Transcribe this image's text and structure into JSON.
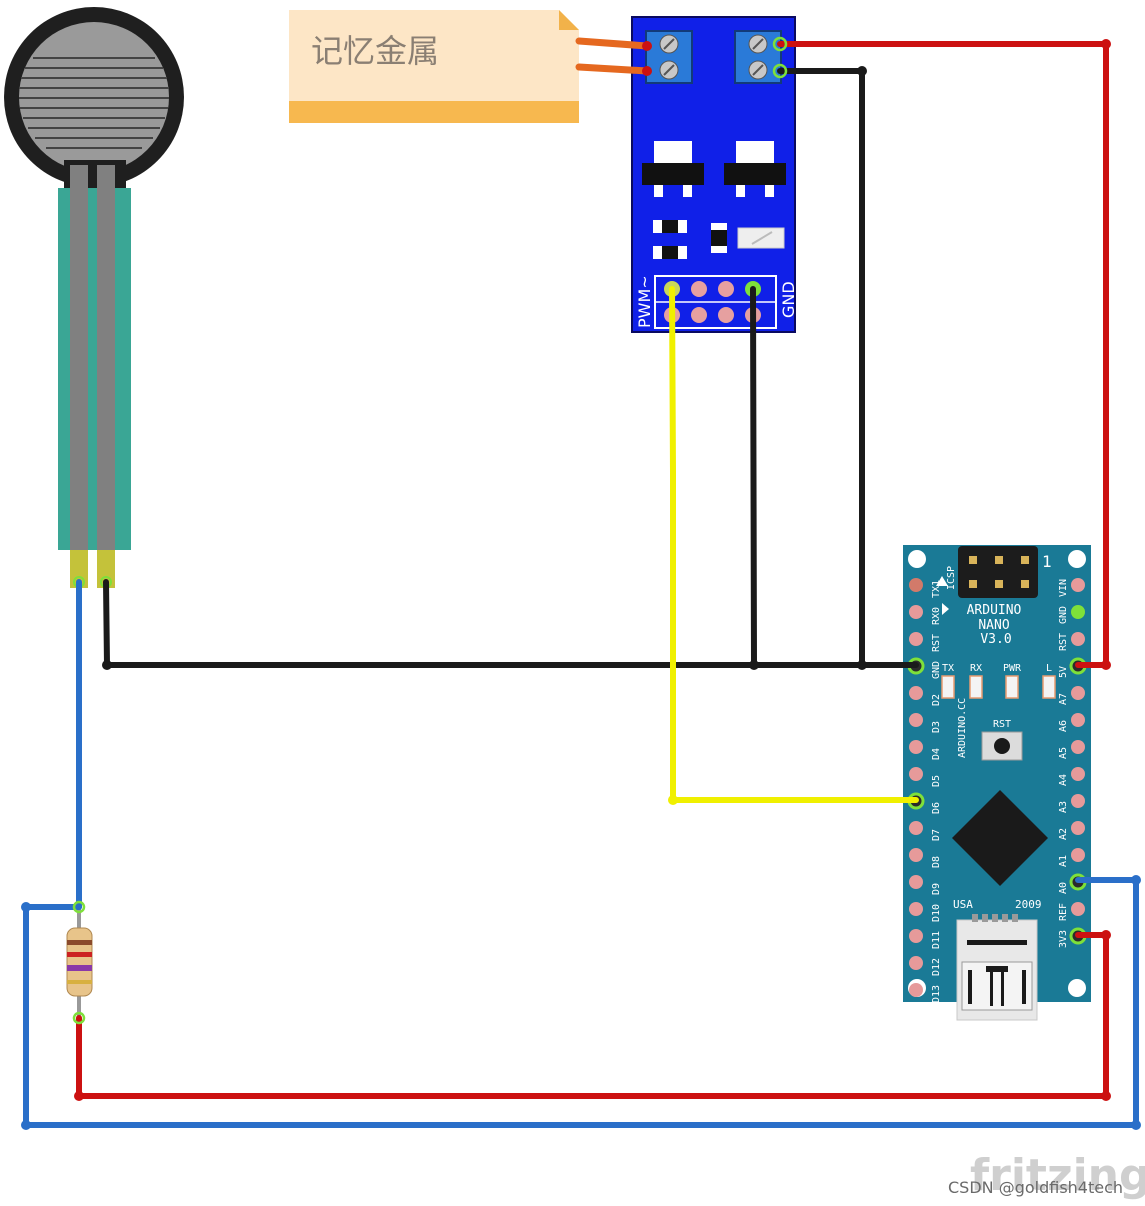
{
  "note": {
    "text": "记忆金属"
  },
  "driver": {
    "pwm_label": "PWM~",
    "gnd_label": "GND"
  },
  "nano": {
    "title_line1": "ARDUINO",
    "title_line2": "NANO",
    "title_line3": "V3.0",
    "icsp": "ICSP",
    "icsp_pin1": "1",
    "site": "ARDUINO.CC",
    "rst_button": "RST",
    "usa": "USA",
    "year": "2009",
    "leds": [
      "TX",
      "RX",
      "PWR",
      "L"
    ],
    "left_pins": [
      "TX1",
      "RX0",
      "RST",
      "GND",
      "D2",
      "D3",
      "D4",
      "D5",
      "D6",
      "D7",
      "D8",
      "D9",
      "D10",
      "D11",
      "D12",
      "D13"
    ],
    "right_pins": [
      "VIN",
      "GND",
      "RST",
      "5V",
      "A7",
      "A6",
      "A5",
      "A4",
      "A3",
      "A2",
      "A1",
      "A0",
      "REF",
      "3V3"
    ]
  },
  "branding": {
    "fritzing": "fritzing",
    "watermark": "CSDN @goldfish4tech"
  },
  "colors": {
    "wire_red": "#cc1111",
    "wire_black": "#1a1a1a",
    "wire_yellow": "#f0f000",
    "wire_blue": "#2a6fc9",
    "wire_orange": "#e5681f",
    "driver_board": "#1020e8",
    "nano_board": "#1a7a96",
    "note_bg": "#fde6c6",
    "note_band": "#f7b84f",
    "fsr_tail": "#3aa695"
  }
}
